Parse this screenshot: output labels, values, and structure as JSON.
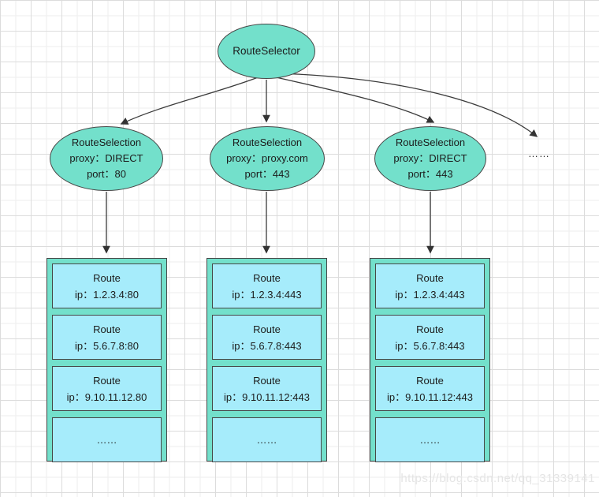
{
  "colors": {
    "node_fill": "#73E0CB",
    "route_fill": "#A6ECFB",
    "border": "#474747",
    "arrow": "#333333",
    "grid_major": "#dcdcdc",
    "grid_minor": "#eeeeee"
  },
  "root": {
    "label": "RouteSelector"
  },
  "selections": [
    {
      "line1": "RouteSelection",
      "line2": "proxy：DIRECT",
      "line3": "port：80"
    },
    {
      "line1": "RouteSelection",
      "line2": "proxy：proxy.com",
      "line3": "port：443"
    },
    {
      "line1": "RouteSelection",
      "line2": "proxy：DIRECT",
      "line3": "port：443"
    }
  ],
  "more_nodes_label": "……",
  "containers": [
    {
      "routes": [
        {
          "title": "Route",
          "ip": "ip：1.2.3.4:80"
        },
        {
          "title": "Route",
          "ip": "ip：5.6.7.8:80"
        },
        {
          "title": "Route",
          "ip": "ip：9.10.11.12.80"
        }
      ],
      "more": "……"
    },
    {
      "routes": [
        {
          "title": "Route",
          "ip": "ip：1.2.3.4:443"
        },
        {
          "title": "Route",
          "ip": "ip：5.6.7.8:443"
        },
        {
          "title": "Route",
          "ip": "ip：9.10.11.12:443"
        }
      ],
      "more": "……"
    },
    {
      "routes": [
        {
          "title": "Route",
          "ip": "ip：1.2.3.4:443"
        },
        {
          "title": "Route",
          "ip": "ip：5.6.7.8:443"
        },
        {
          "title": "Route",
          "ip": "ip：9.10.11.12:443"
        }
      ],
      "more": "……"
    }
  ],
  "watermark": "https://blog.csdn.net/qq_31339141"
}
